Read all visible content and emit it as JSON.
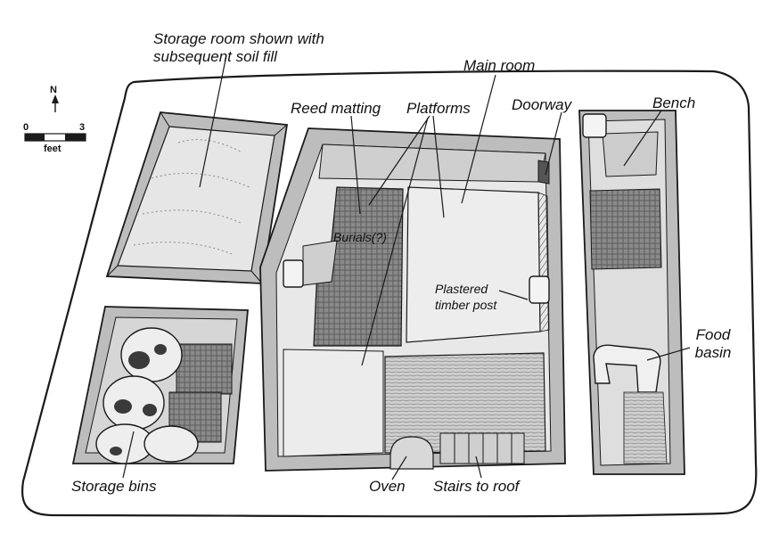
{
  "labels": {
    "storage_room": "Storage room shown with",
    "storage_room_2": "subsequent soil fill",
    "main_room": "Main room",
    "reed_matting": "Reed matting",
    "platforms": "Platforms",
    "doorway": "Doorway",
    "bench": "Bench",
    "burials": "Burials(?)",
    "plastered_post": "Plastered",
    "plastered_post_2": "timber post",
    "food_basin": "Food",
    "food_basin_2": "basin",
    "storage_bins": "Storage bins",
    "oven": "Oven",
    "stairs": "Stairs to roof"
  },
  "scale": {
    "north": "N",
    "min": "0",
    "max": "3",
    "unit": "feet"
  },
  "colors": {
    "line": "#1a1a1a",
    "wall": "#bdbdbd",
    "floor": "#e9e9e9",
    "dark": "#6e6e6e"
  }
}
